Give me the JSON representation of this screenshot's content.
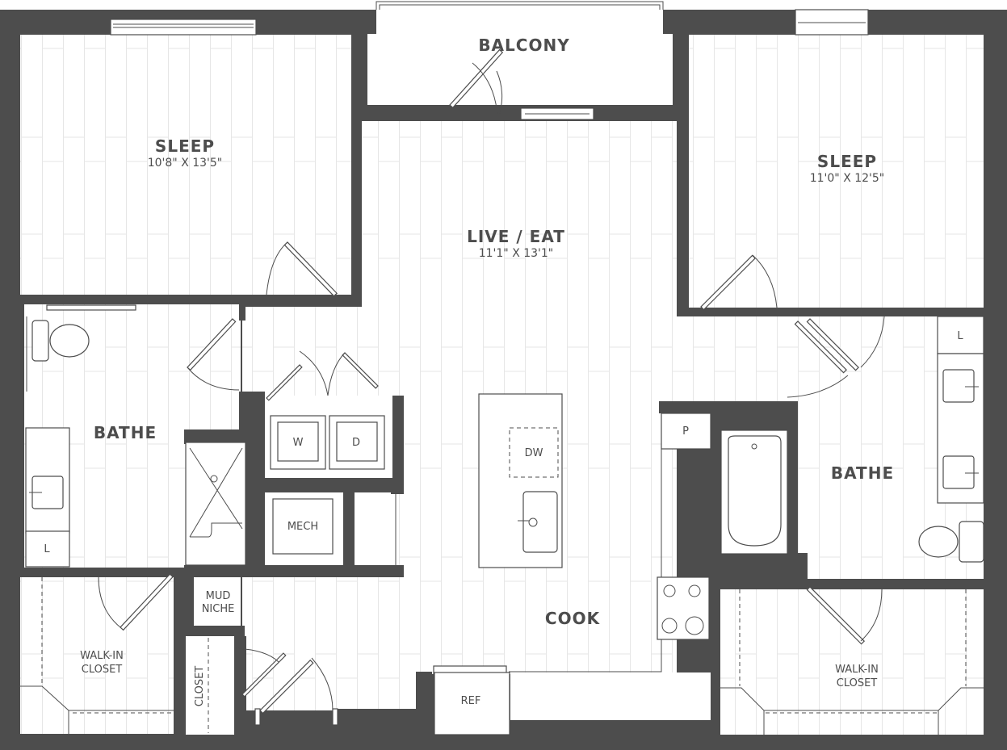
{
  "floorplan": {
    "rooms": {
      "sleep_left": {
        "label": "SLEEP",
        "dimensions": "10'8\" X 13'5\""
      },
      "balcony": {
        "label": "BALCONY"
      },
      "sleep_right": {
        "label": "SLEEP",
        "dimensions": "11'0\" X 12'5\""
      },
      "live_eat": {
        "label": "LIVE / EAT",
        "dimensions": "11'1\" X 13'1\""
      },
      "bathe_left": {
        "label": "BATHE"
      },
      "bathe_right": {
        "label": "BATHE"
      },
      "cook": {
        "label": "COOK"
      },
      "walkin_left": {
        "label_line1": "WALK-IN",
        "label_line2": "CLOSET"
      },
      "walkin_right": {
        "label_line1": "WALK-IN",
        "label_line2": "CLOSET"
      },
      "mud_niche": {
        "label_line1": "MUD",
        "label_line2": "NICHE"
      },
      "closet": {
        "label": "CLOSET"
      },
      "mech": {
        "label": "MECH"
      }
    },
    "fixtures": {
      "washer": "W",
      "dryer": "D",
      "dishwasher": "DW",
      "pantry": "P",
      "refrigerator": "REF",
      "linen_left": "L",
      "linen_right": "L"
    },
    "colors": {
      "wall": "#4d4d4d",
      "floor": "#ffffff",
      "plank": "#e6e6e6"
    }
  }
}
